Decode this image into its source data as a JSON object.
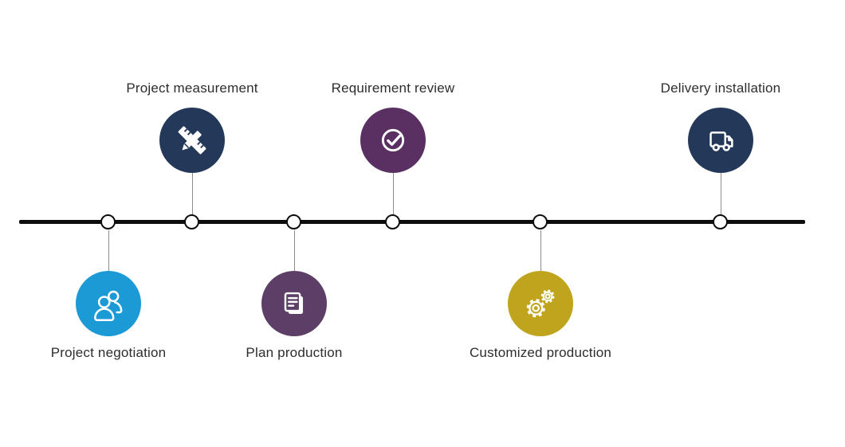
{
  "diagram": {
    "type": "process-timeline",
    "background": "#ffffff",
    "axis_color": "#0d0d0d",
    "node_fill": "#ffffff",
    "node_border_color": "#0d0d0d",
    "connector_color": "#8c8c8c",
    "label_color": "#2d2d2d",
    "steps": [
      {
        "label": "Project negotiation",
        "side": "below",
        "color": "#1b9ad6",
        "icon": "people-icon"
      },
      {
        "label": "Project measurement",
        "side": "above",
        "color": "#24395a",
        "icon": "ruler-pencil-icon"
      },
      {
        "label": "Plan production",
        "side": "below",
        "color": "#5c3e66",
        "icon": "document-icon"
      },
      {
        "label": "Requirement review",
        "side": "above",
        "color": "#5a3063",
        "icon": "check-circle-icon"
      },
      {
        "label": "Customized production",
        "side": "below",
        "color": "#c0a41e",
        "icon": "gears-icon"
      },
      {
        "label": "Delivery installation",
        "side": "above",
        "color": "#24395a",
        "icon": "truck-icon"
      }
    ]
  }
}
